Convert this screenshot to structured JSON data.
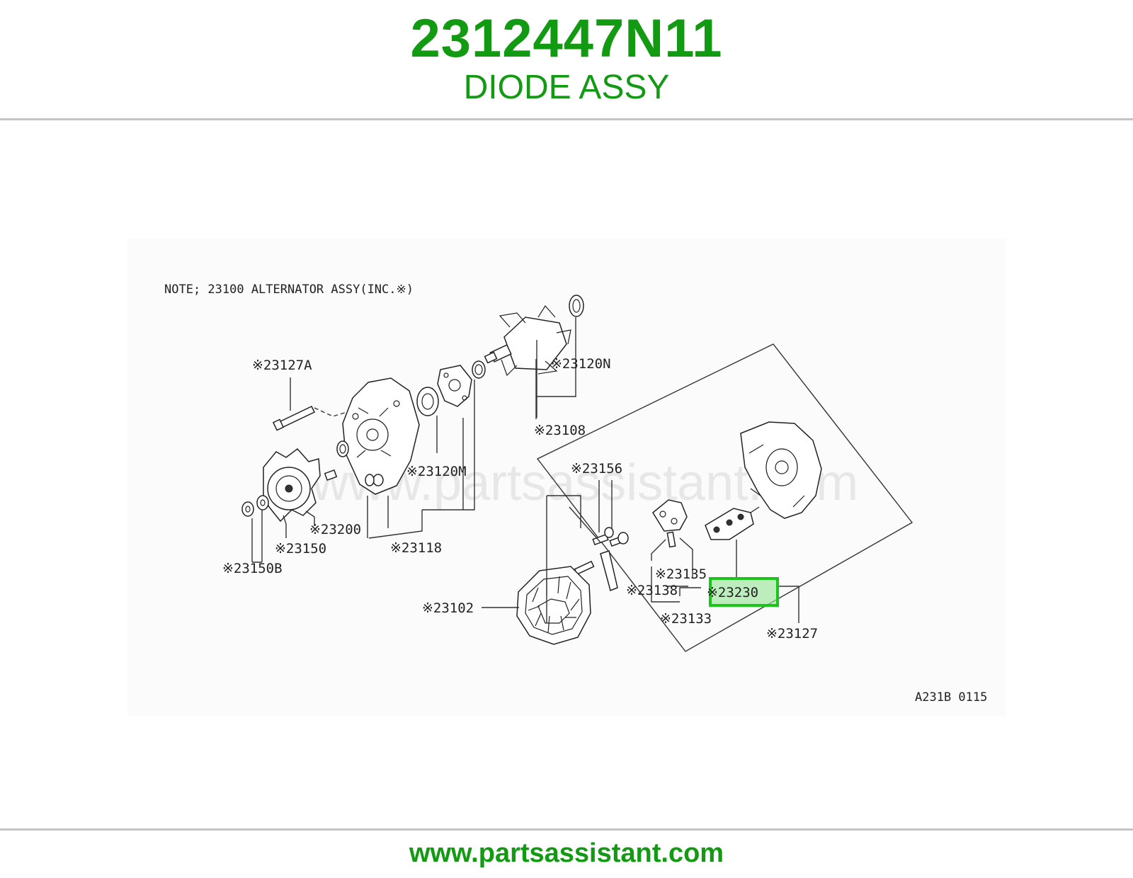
{
  "header": {
    "part_number": "2312447N11",
    "part_name": "DIODE ASSY"
  },
  "diagram": {
    "note": "NOTE; 23100  ALTERNATOR ASSY(INC.※)",
    "watermark": "www.partsassistant.com",
    "code": "A231B 0115",
    "highlighted_callout": "※23230",
    "highlight_color": "#19c619",
    "callouts": {
      "c23127A": "※23127A",
      "c23120N": "※23120N",
      "c23108": "※23108",
      "c23120M": "※23120M",
      "c23156": "※23156",
      "c23200": "※23200",
      "c23150": "※23150",
      "c23118": "※23118",
      "c23150B": "※23150B",
      "c23135": "※23135",
      "c23138": "※23138",
      "c23230": "※23230",
      "c23133": "※23133",
      "c23102": "※23102",
      "c23127": "※23127"
    }
  },
  "footer": {
    "url": "www.partsassistant.com"
  },
  "colors": {
    "brand_green": "#139a13",
    "divider": "#c4c4c4"
  }
}
